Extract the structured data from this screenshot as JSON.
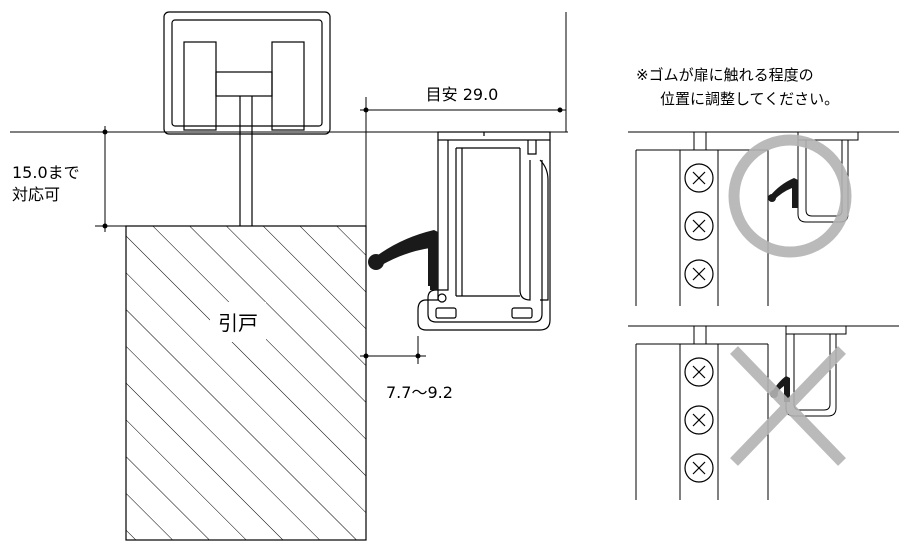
{
  "labels": {
    "height_dimension_line1": "15.0まで",
    "height_dimension_line2": "対応可",
    "width_dimension": "目安 29.0",
    "door_label": "引戸",
    "gap_dimension": "7.7～9.2",
    "note_line1": "※ゴムが扉に触れる程度の",
    "note_line2": "位置に調整してください。"
  },
  "colors": {
    "line": "#000000",
    "rubber": "#1a1a1a",
    "judgement_mark": "#b3b3b3"
  },
  "panels": {
    "correct_example": {
      "mark": "circle-mark"
    },
    "incorrect_example": {
      "mark": "cross-mark"
    }
  }
}
